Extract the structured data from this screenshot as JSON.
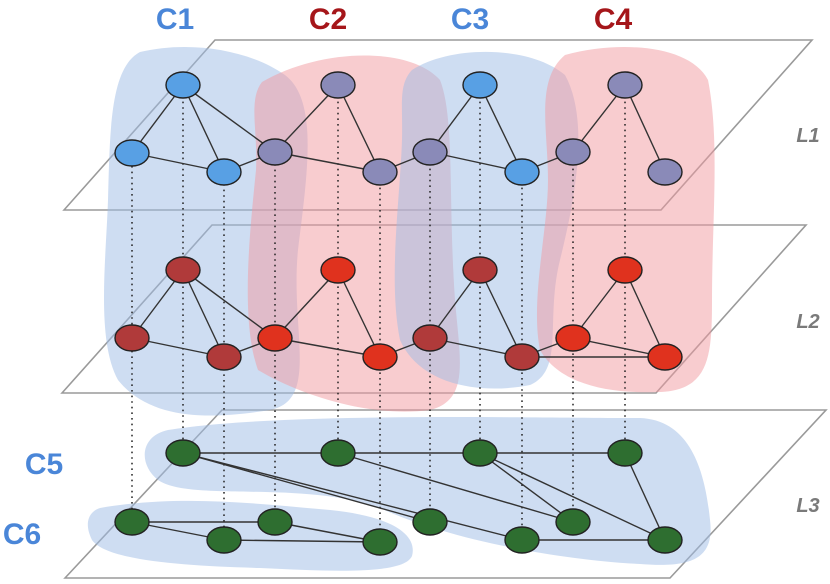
{
  "colors": {
    "blue_label": "#4a86d8",
    "red_label": "#a5161a",
    "blue_node": "#58a0e4",
    "purple_node": "#8a8ab8",
    "darkred_node": "#b03a3a",
    "red_node": "#e0321e",
    "green_node": "#2e6e30"
  },
  "labels": {
    "c1": "C1",
    "c2": "C2",
    "c3": "C3",
    "c4": "C4",
    "c5": "C5",
    "c6": "C6",
    "l1": "L1",
    "l2": "L2",
    "l3": "L3"
  }
}
